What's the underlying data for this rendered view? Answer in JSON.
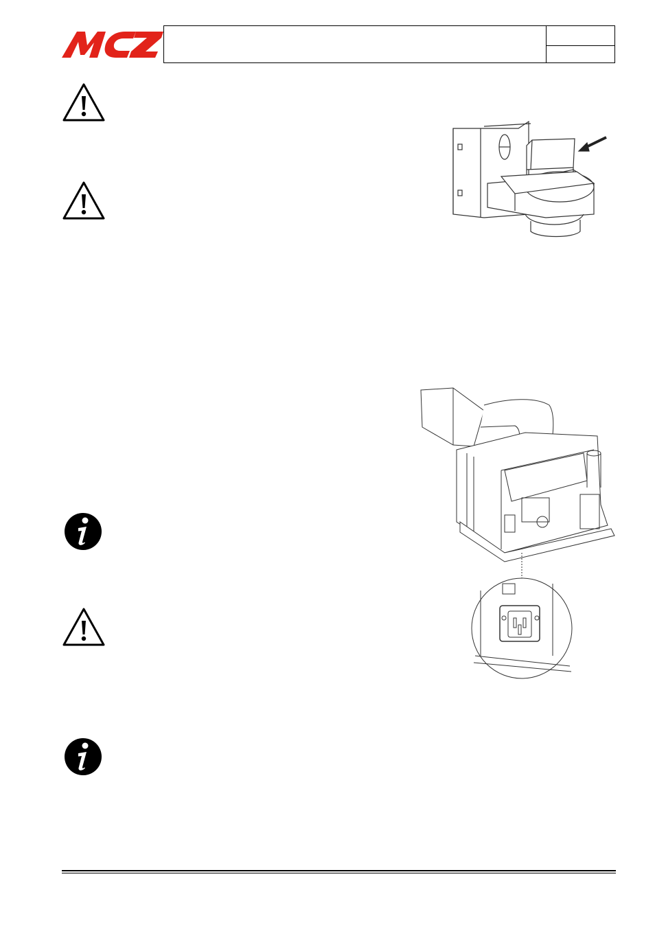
{
  "header": {
    "logo_text": "MCZ",
    "brand_color": "#e2231a"
  },
  "icons": {
    "warning": "warning-triangle-icon",
    "info": "info-circle-icon"
  },
  "figures": {
    "fan_figure": "smoke-extraction-fan-figure",
    "stove_figure": "stove-rear-figure-with-power-socket-detail"
  }
}
